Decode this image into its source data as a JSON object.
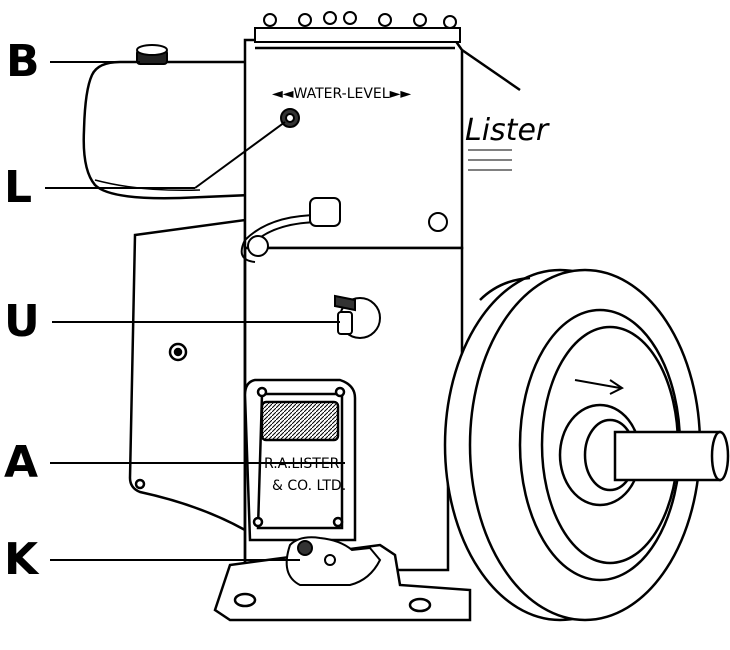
{
  "callouts": {
    "B": "B",
    "L": "L",
    "U": "U",
    "A": "A",
    "K": "K"
  },
  "engine_markings": {
    "water_level": "◄◄WATER-LEVEL►►",
    "brand_script": "Lister",
    "nameplate_line1": "R.A.LISTER",
    "nameplate_line2": "& CO. LTD."
  },
  "colors": {
    "ink": "#000000",
    "paper": "#ffffff",
    "shade": "#3a3a3a"
  }
}
